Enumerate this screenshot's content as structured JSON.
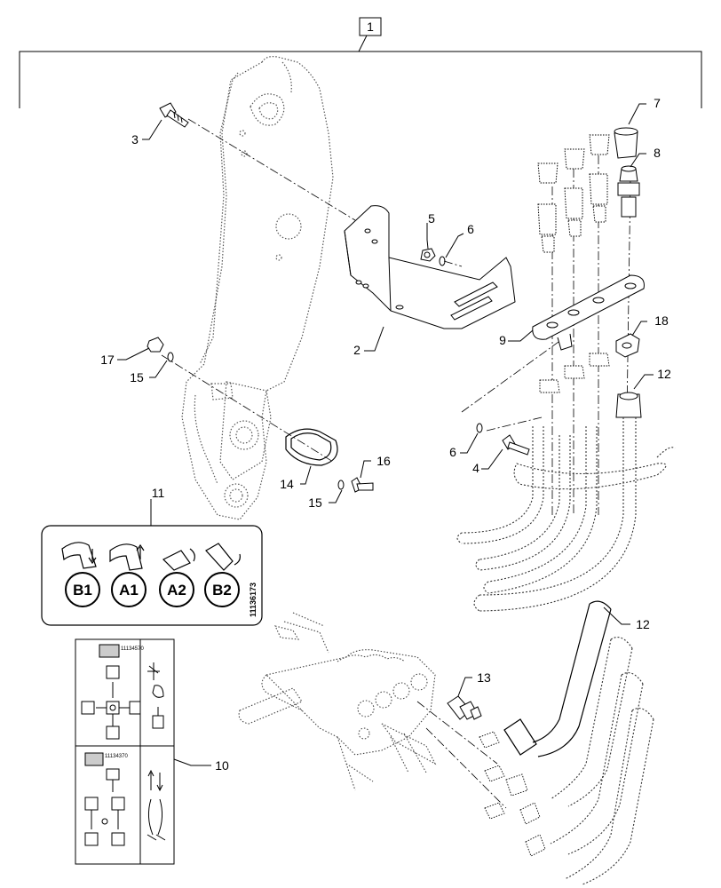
{
  "assembly_label": "1",
  "callouts": {
    "c2": "2",
    "c3": "3",
    "c4": "4",
    "c5": "5",
    "c6a": "6",
    "c6b": "6",
    "c7": "7",
    "c8": "8",
    "c9": "9",
    "c10": "10",
    "c11": "11",
    "c12a": "12",
    "c12b": "12",
    "c13": "13",
    "c14": "14",
    "c15a": "15",
    "c15b": "15",
    "c16": "16",
    "c17": "17",
    "c18": "18"
  },
  "decal_top": {
    "part_number": "11136173",
    "positions": [
      "B1",
      "A1",
      "A2",
      "B2"
    ]
  },
  "decal_bottom": {
    "part_number_upper": "11134570",
    "part_number_lower": "11134370"
  }
}
